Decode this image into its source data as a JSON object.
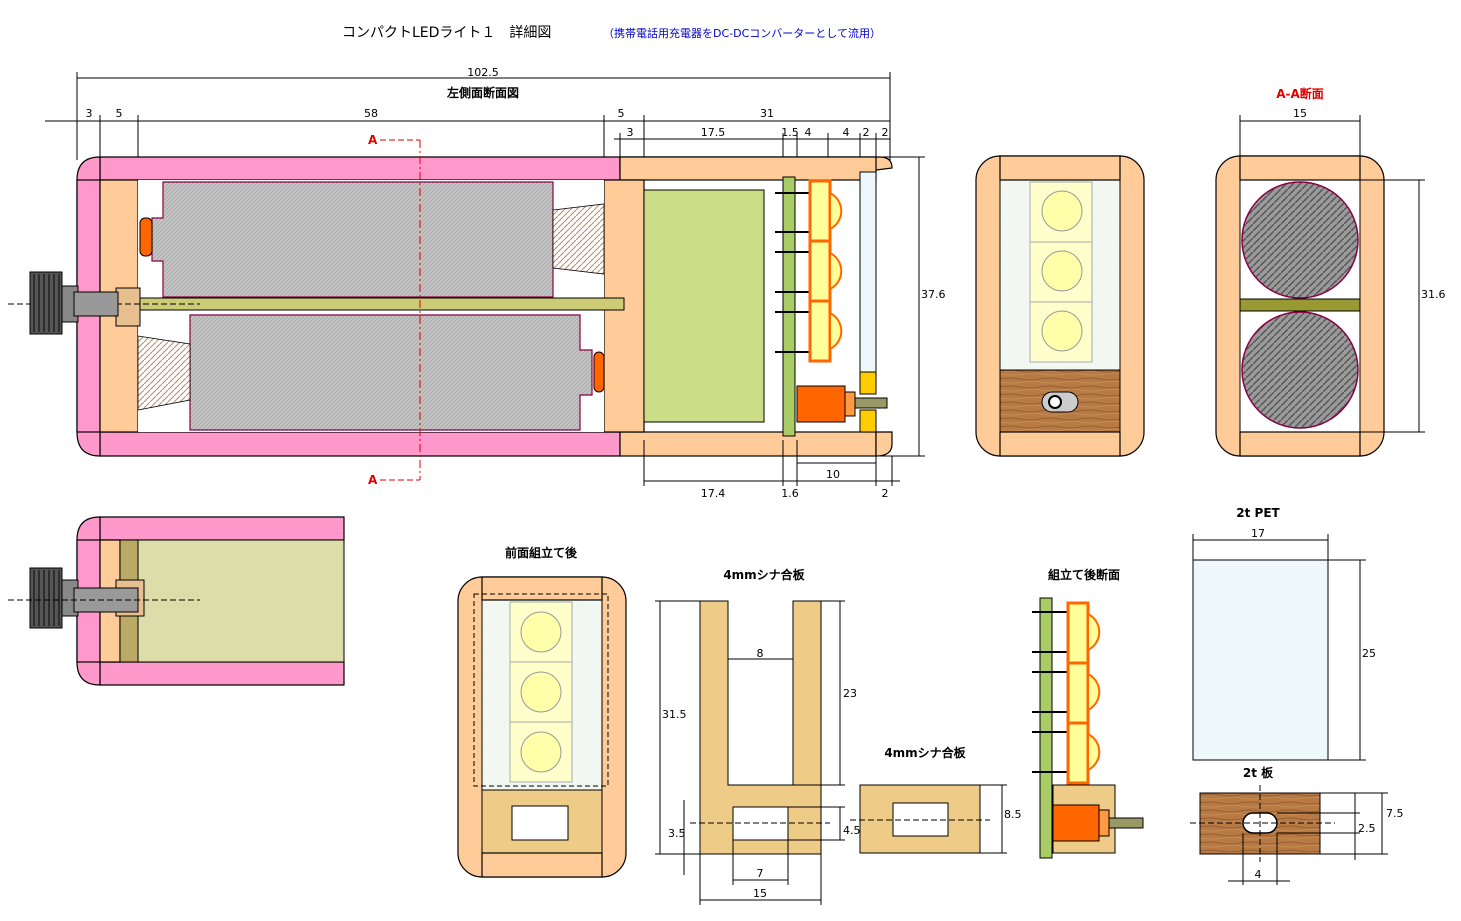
{
  "title": "コンパクトLEDライト１　詳細図",
  "subtitle": "（携帯電話用充電器をDC-DCコンバーターとして流用）",
  "views": {
    "side": "左側面断面図",
    "section_aa": "A-A断面",
    "front_assembled": "前面組立て後",
    "plywood1": "4mmシナ合板",
    "plywood2": "4mmシナ合板",
    "assembled_section": "組立て後断面",
    "pet": "2t PET",
    "plate": "2t 板",
    "section_marker": "A"
  },
  "dims": {
    "total_len": "102.5",
    "d3a": "3",
    "d5a": "5",
    "d58": "58",
    "d5b": "5",
    "d31": "31",
    "d3b": "3",
    "d17_5": "17.5",
    "d1_5": "1.5",
    "d4a": "4",
    "d4b": "4",
    "d2a": "2",
    "d2b": "2",
    "d37_6": "37.6",
    "d17_4": "17.4",
    "d1_6": "1.6",
    "d10": "10",
    "d2c": "2",
    "aa_w": "15",
    "aa_h": "31.6",
    "ply_h1": "31.5",
    "ply_gap": "8",
    "ply_slot": "23",
    "ply_b": "3.5",
    "ply_hole": "4.5",
    "ply_hw": "7",
    "ply_w": "15",
    "ply2_h": "8.5",
    "pet_w": "17",
    "pet_h": "25",
    "plate_h": "7.5",
    "plate_hole": "2.5",
    "plate_hw": "4"
  },
  "colors": {
    "pink": "#ff99cc",
    "tan": "#ffcc99",
    "green": "#ccdd88",
    "orange": "#ff6600",
    "battery": "#bbbbbb",
    "rod": "#999933",
    "wood": "#a86a3a",
    "plywood": "#eecc88",
    "pet": "#eef8fb"
  }
}
